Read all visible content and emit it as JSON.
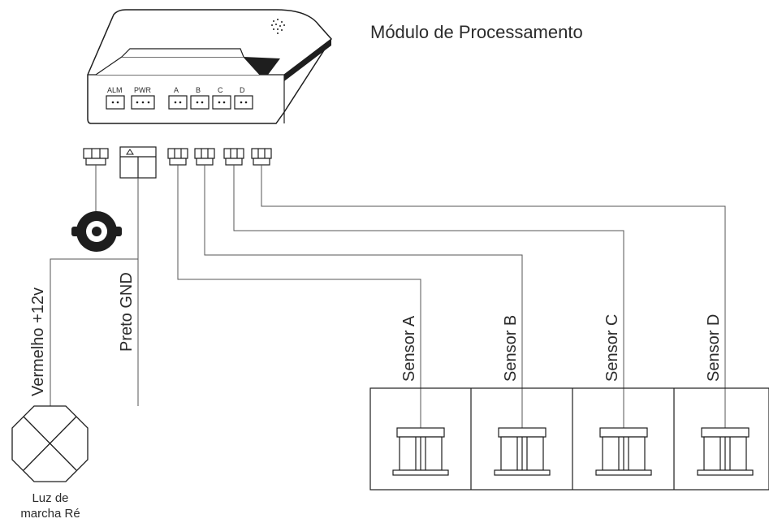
{
  "title": "Módulo de Processamento",
  "module": {
    "ports": [
      "ALM",
      "PWR",
      "A",
      "B",
      "C",
      "D"
    ]
  },
  "wires": {
    "red_label": "Vermelho  +12v",
    "black_label": "Preto GND"
  },
  "lamp": {
    "label_line1": "Luz de",
    "label_line2": "marcha Ré"
  },
  "sensors": [
    {
      "label": "Sensor A"
    },
    {
      "label": "Sensor B"
    },
    {
      "label": "Sensor C"
    },
    {
      "label": "Sensor D"
    }
  ],
  "colors": {
    "line": "#555555",
    "ink": "#1e1e1e",
    "text": "#2b2b2b"
  }
}
